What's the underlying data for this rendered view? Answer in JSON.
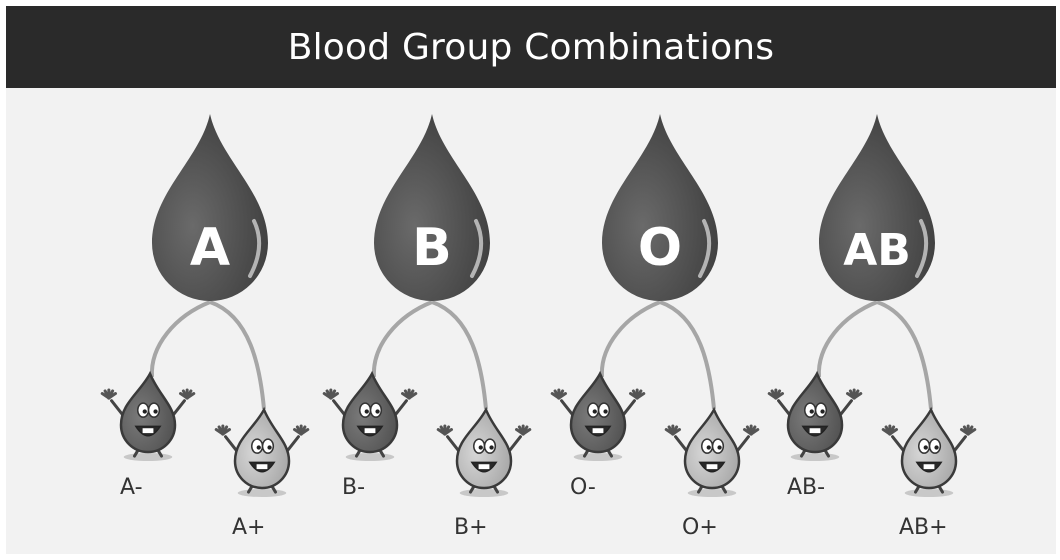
{
  "header": {
    "title": "Blood Group Combinations"
  },
  "groups": [
    {
      "name": "A",
      "negative": "A-",
      "positive": "A+"
    },
    {
      "name": "B",
      "negative": "B-",
      "positive": "B+"
    },
    {
      "name": "O",
      "negative": "O-",
      "positive": "O+"
    },
    {
      "name": "AB",
      "negative": "AB-",
      "positive": "AB+"
    }
  ],
  "colors": {
    "header_bg": "#2a2a2a",
    "drop_dark": "#4f4f4f",
    "negative_drop": "#5c5c5c",
    "positive_drop": "#b9b9b9",
    "background": "#f2f2f2"
  }
}
